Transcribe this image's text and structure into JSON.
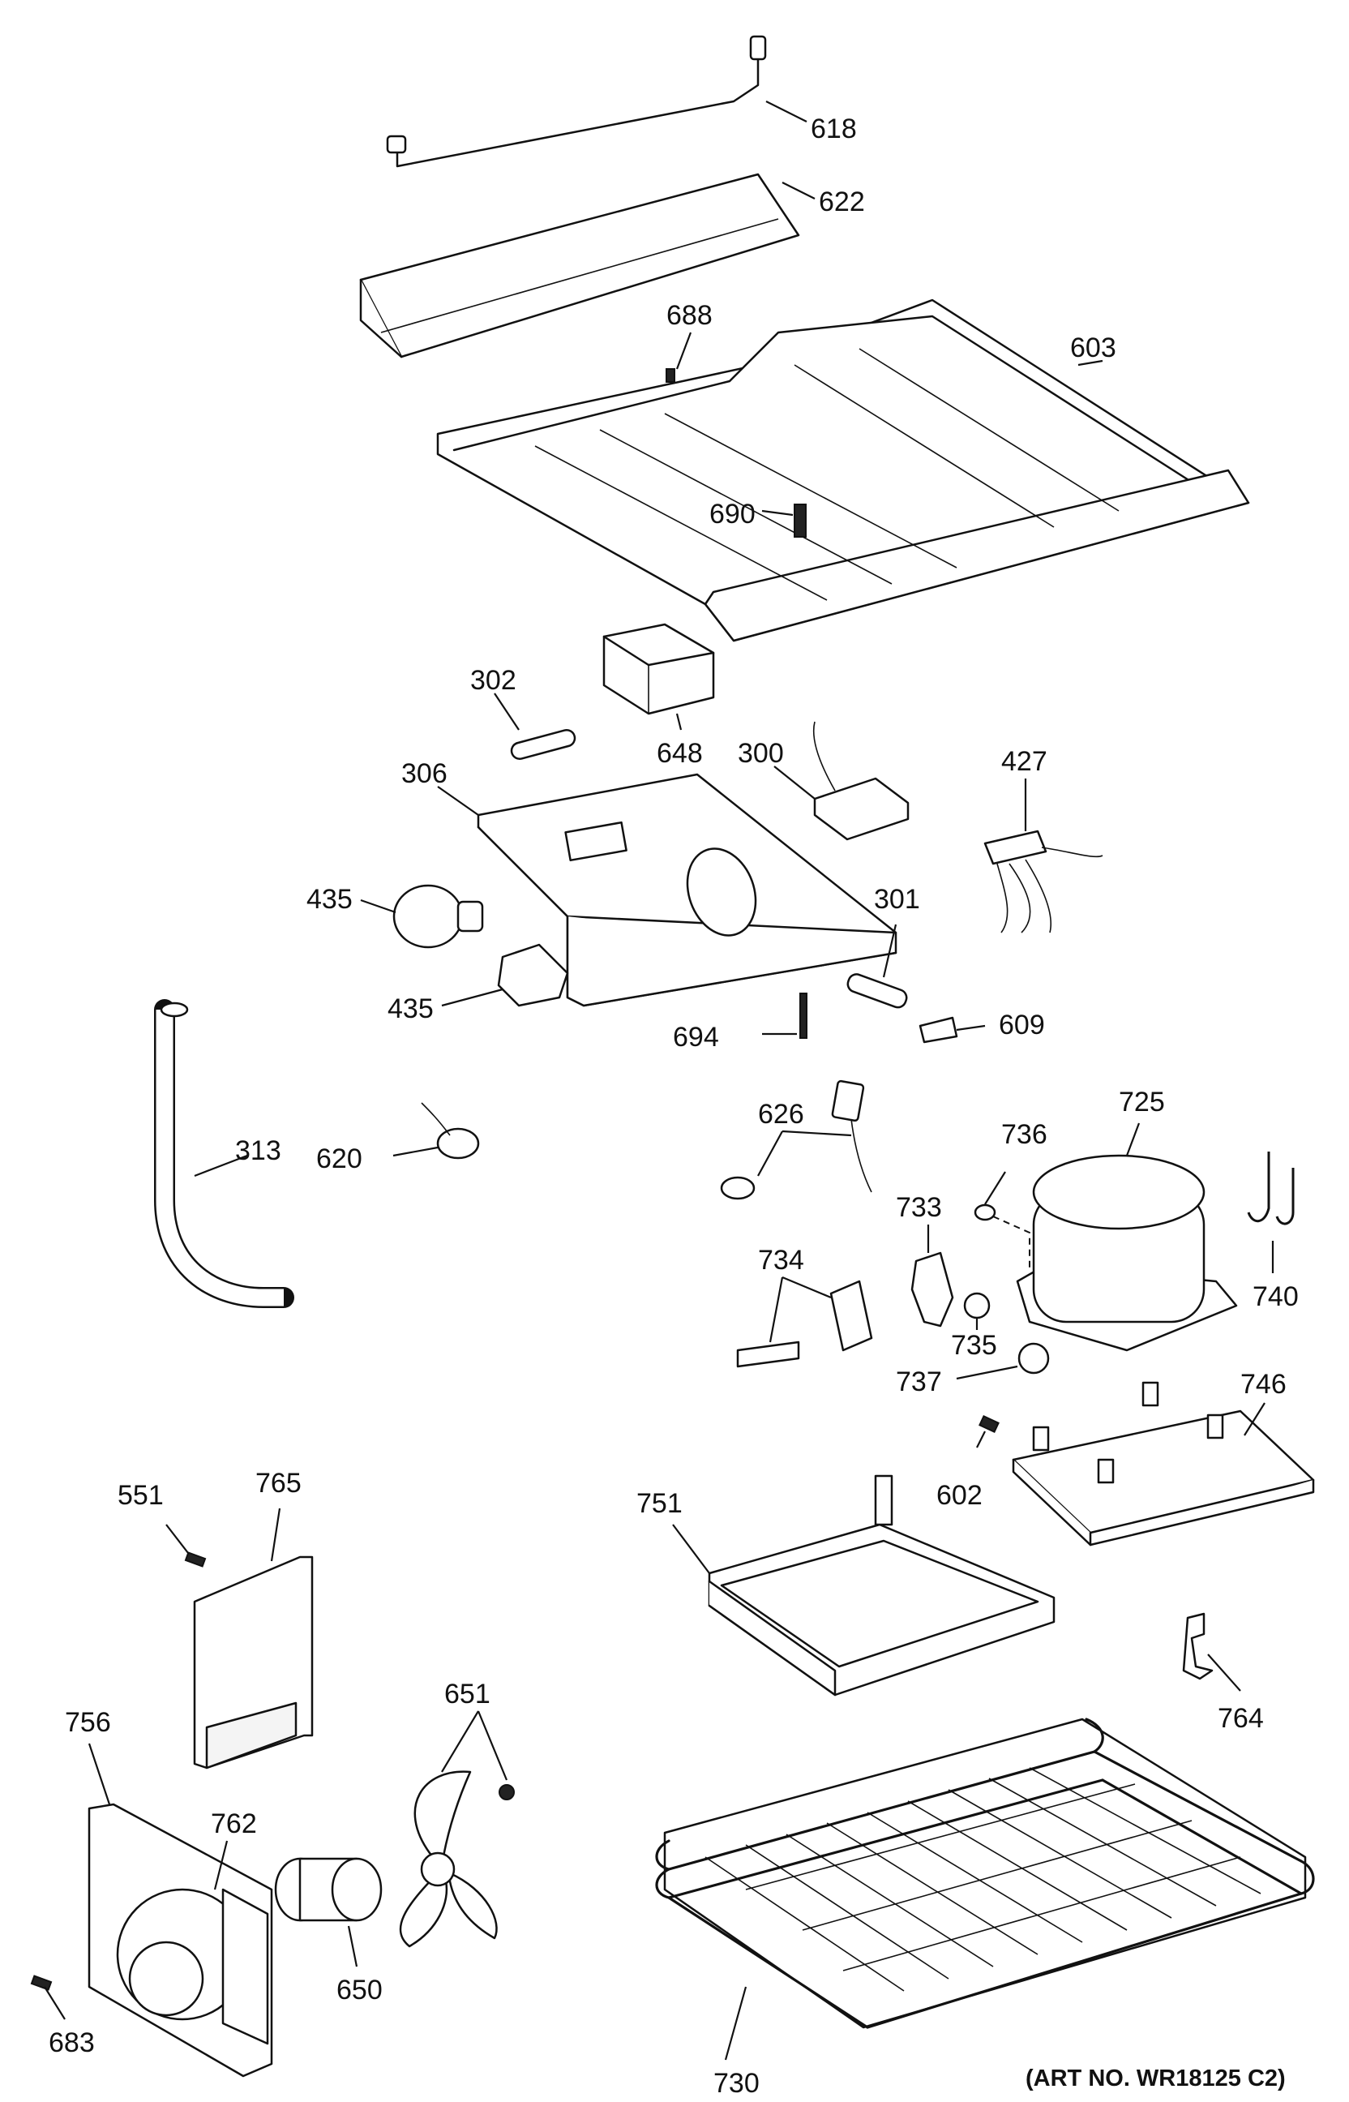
{
  "art_number": "(ART NO. WR18125 C2)",
  "callouts": {
    "c618": "618",
    "c622": "622",
    "c688": "688",
    "c603": "603",
    "c690": "690",
    "c302": "302",
    "c648": "648",
    "c300": "300",
    "c427": "427",
    "c306": "306",
    "c435a": "435",
    "c435b": "435",
    "c301": "301",
    "c694": "694",
    "c609": "609",
    "c313": "313",
    "c620": "620",
    "c626": "626",
    "c736": "736",
    "c725": "725",
    "c733": "733",
    "c734": "734",
    "c735": "735",
    "c740": "740",
    "c737": "737",
    "c746": "746",
    "c602": "602",
    "c751": "751",
    "c551": "551",
    "c765": "765",
    "c651": "651",
    "c756": "756",
    "c762": "762",
    "c764": "764",
    "c650": "650",
    "c683": "683",
    "c730": "730"
  }
}
